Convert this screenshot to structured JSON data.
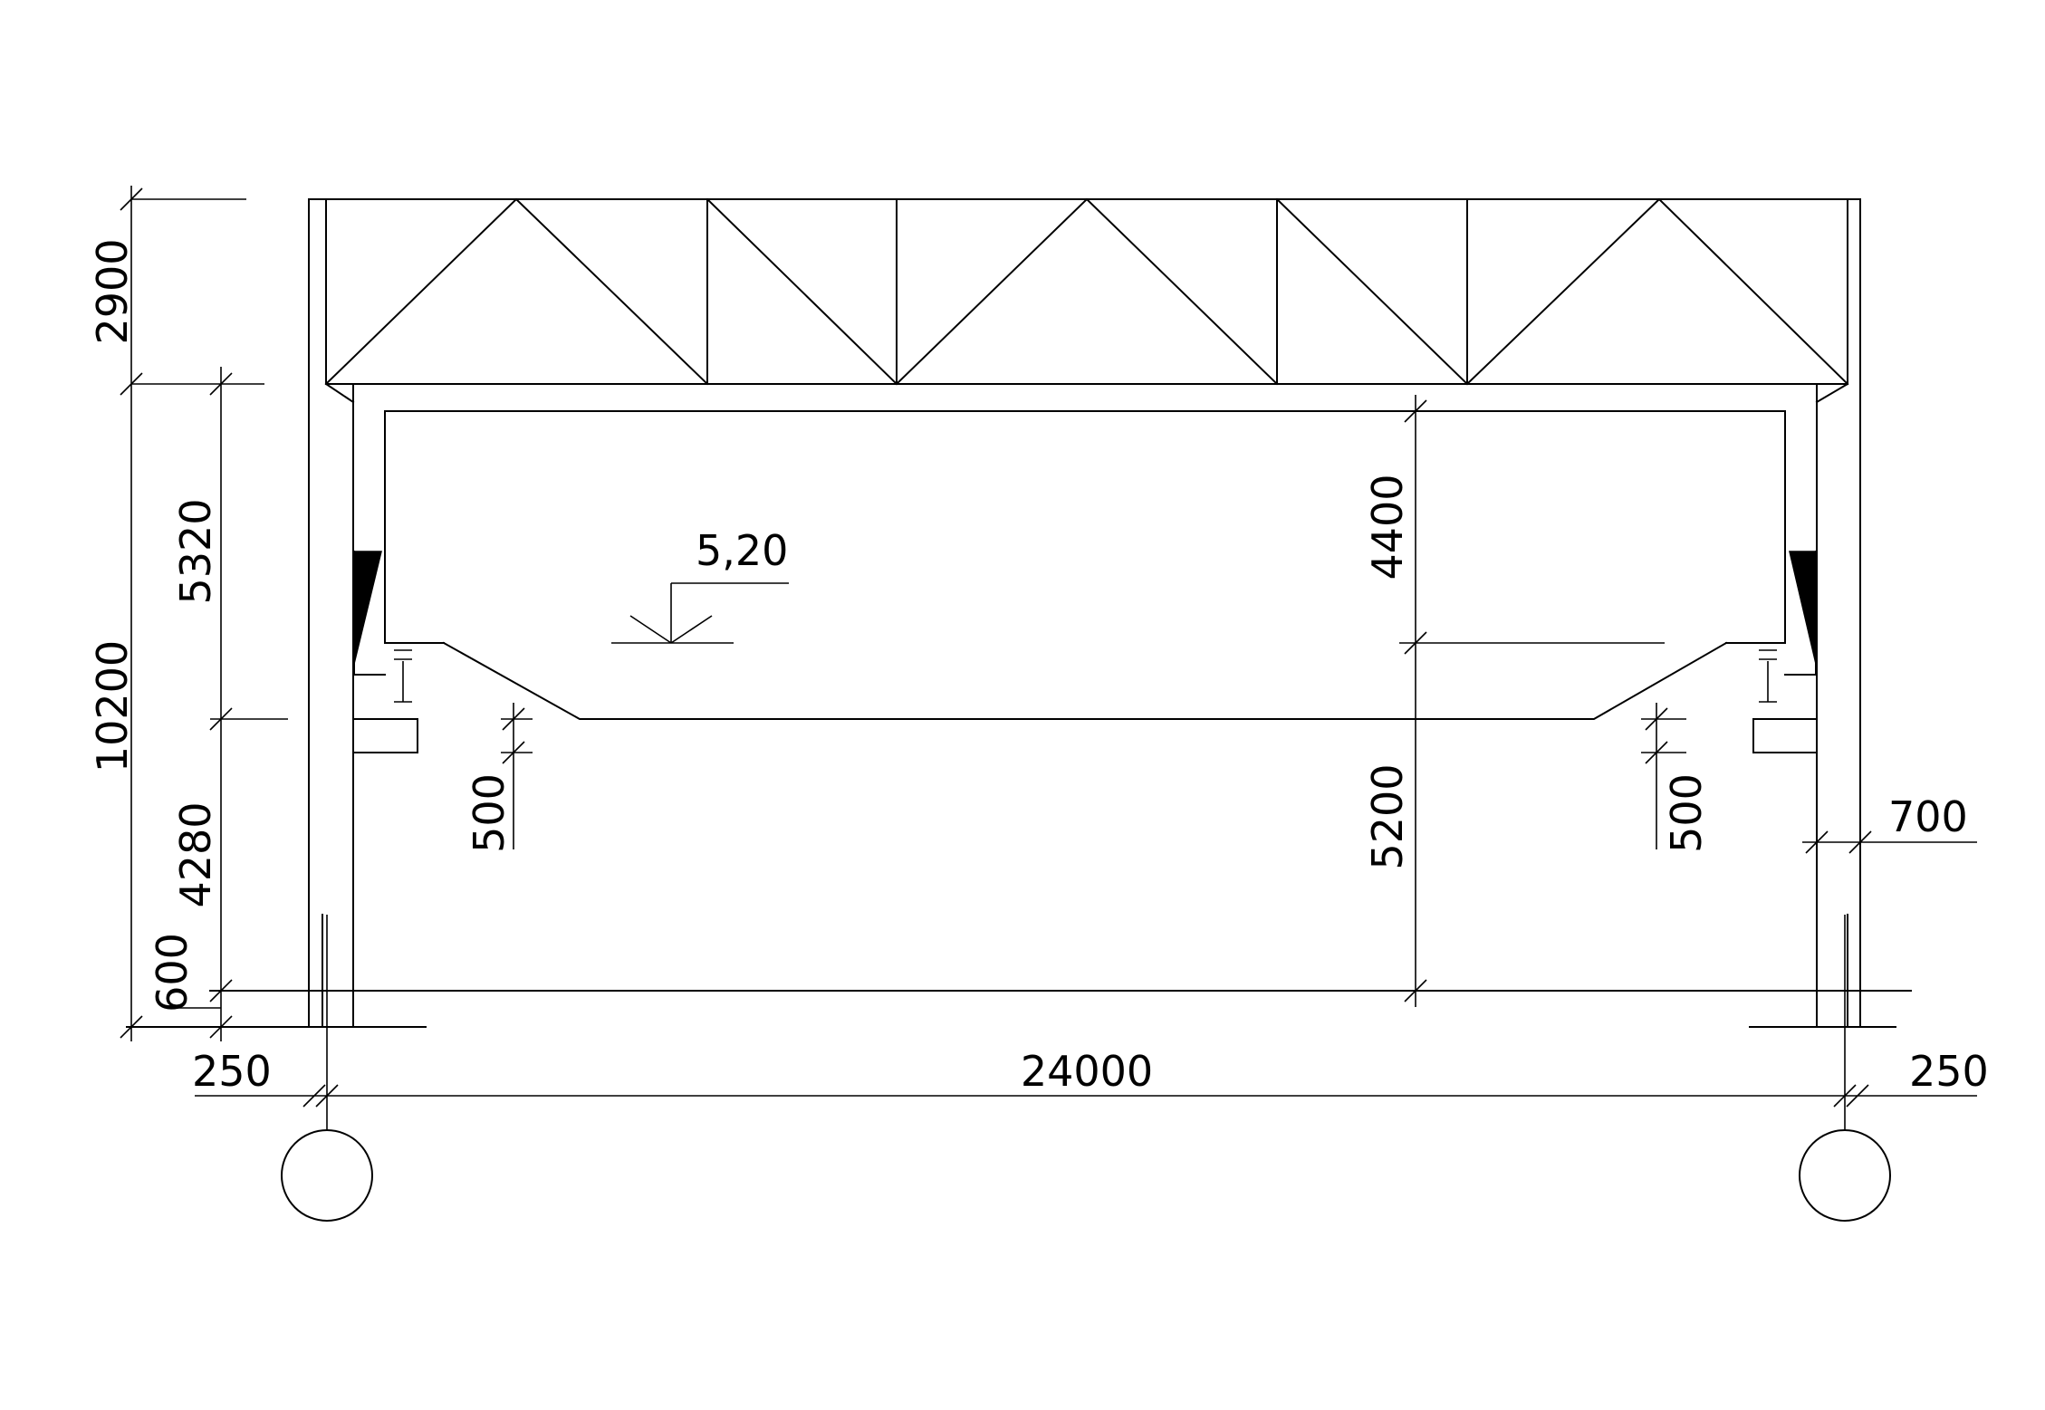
{
  "dimensions": {
    "truss_height": "2900",
    "column_height": "10200",
    "crane_zone_height": "5320",
    "bracket_height": "4280",
    "base_offset": "600",
    "left_axis_offset": "250",
    "span": "24000",
    "right_axis_offset": "250",
    "column_width": "700",
    "crane_clearance": "4400",
    "rail_height": "5200",
    "left_hook_gap": "500",
    "right_hook_gap": "500"
  },
  "annotations": {
    "level_mark": "5,20"
  },
  "colors": {
    "line": "#000000",
    "background": "#ffffff"
  }
}
